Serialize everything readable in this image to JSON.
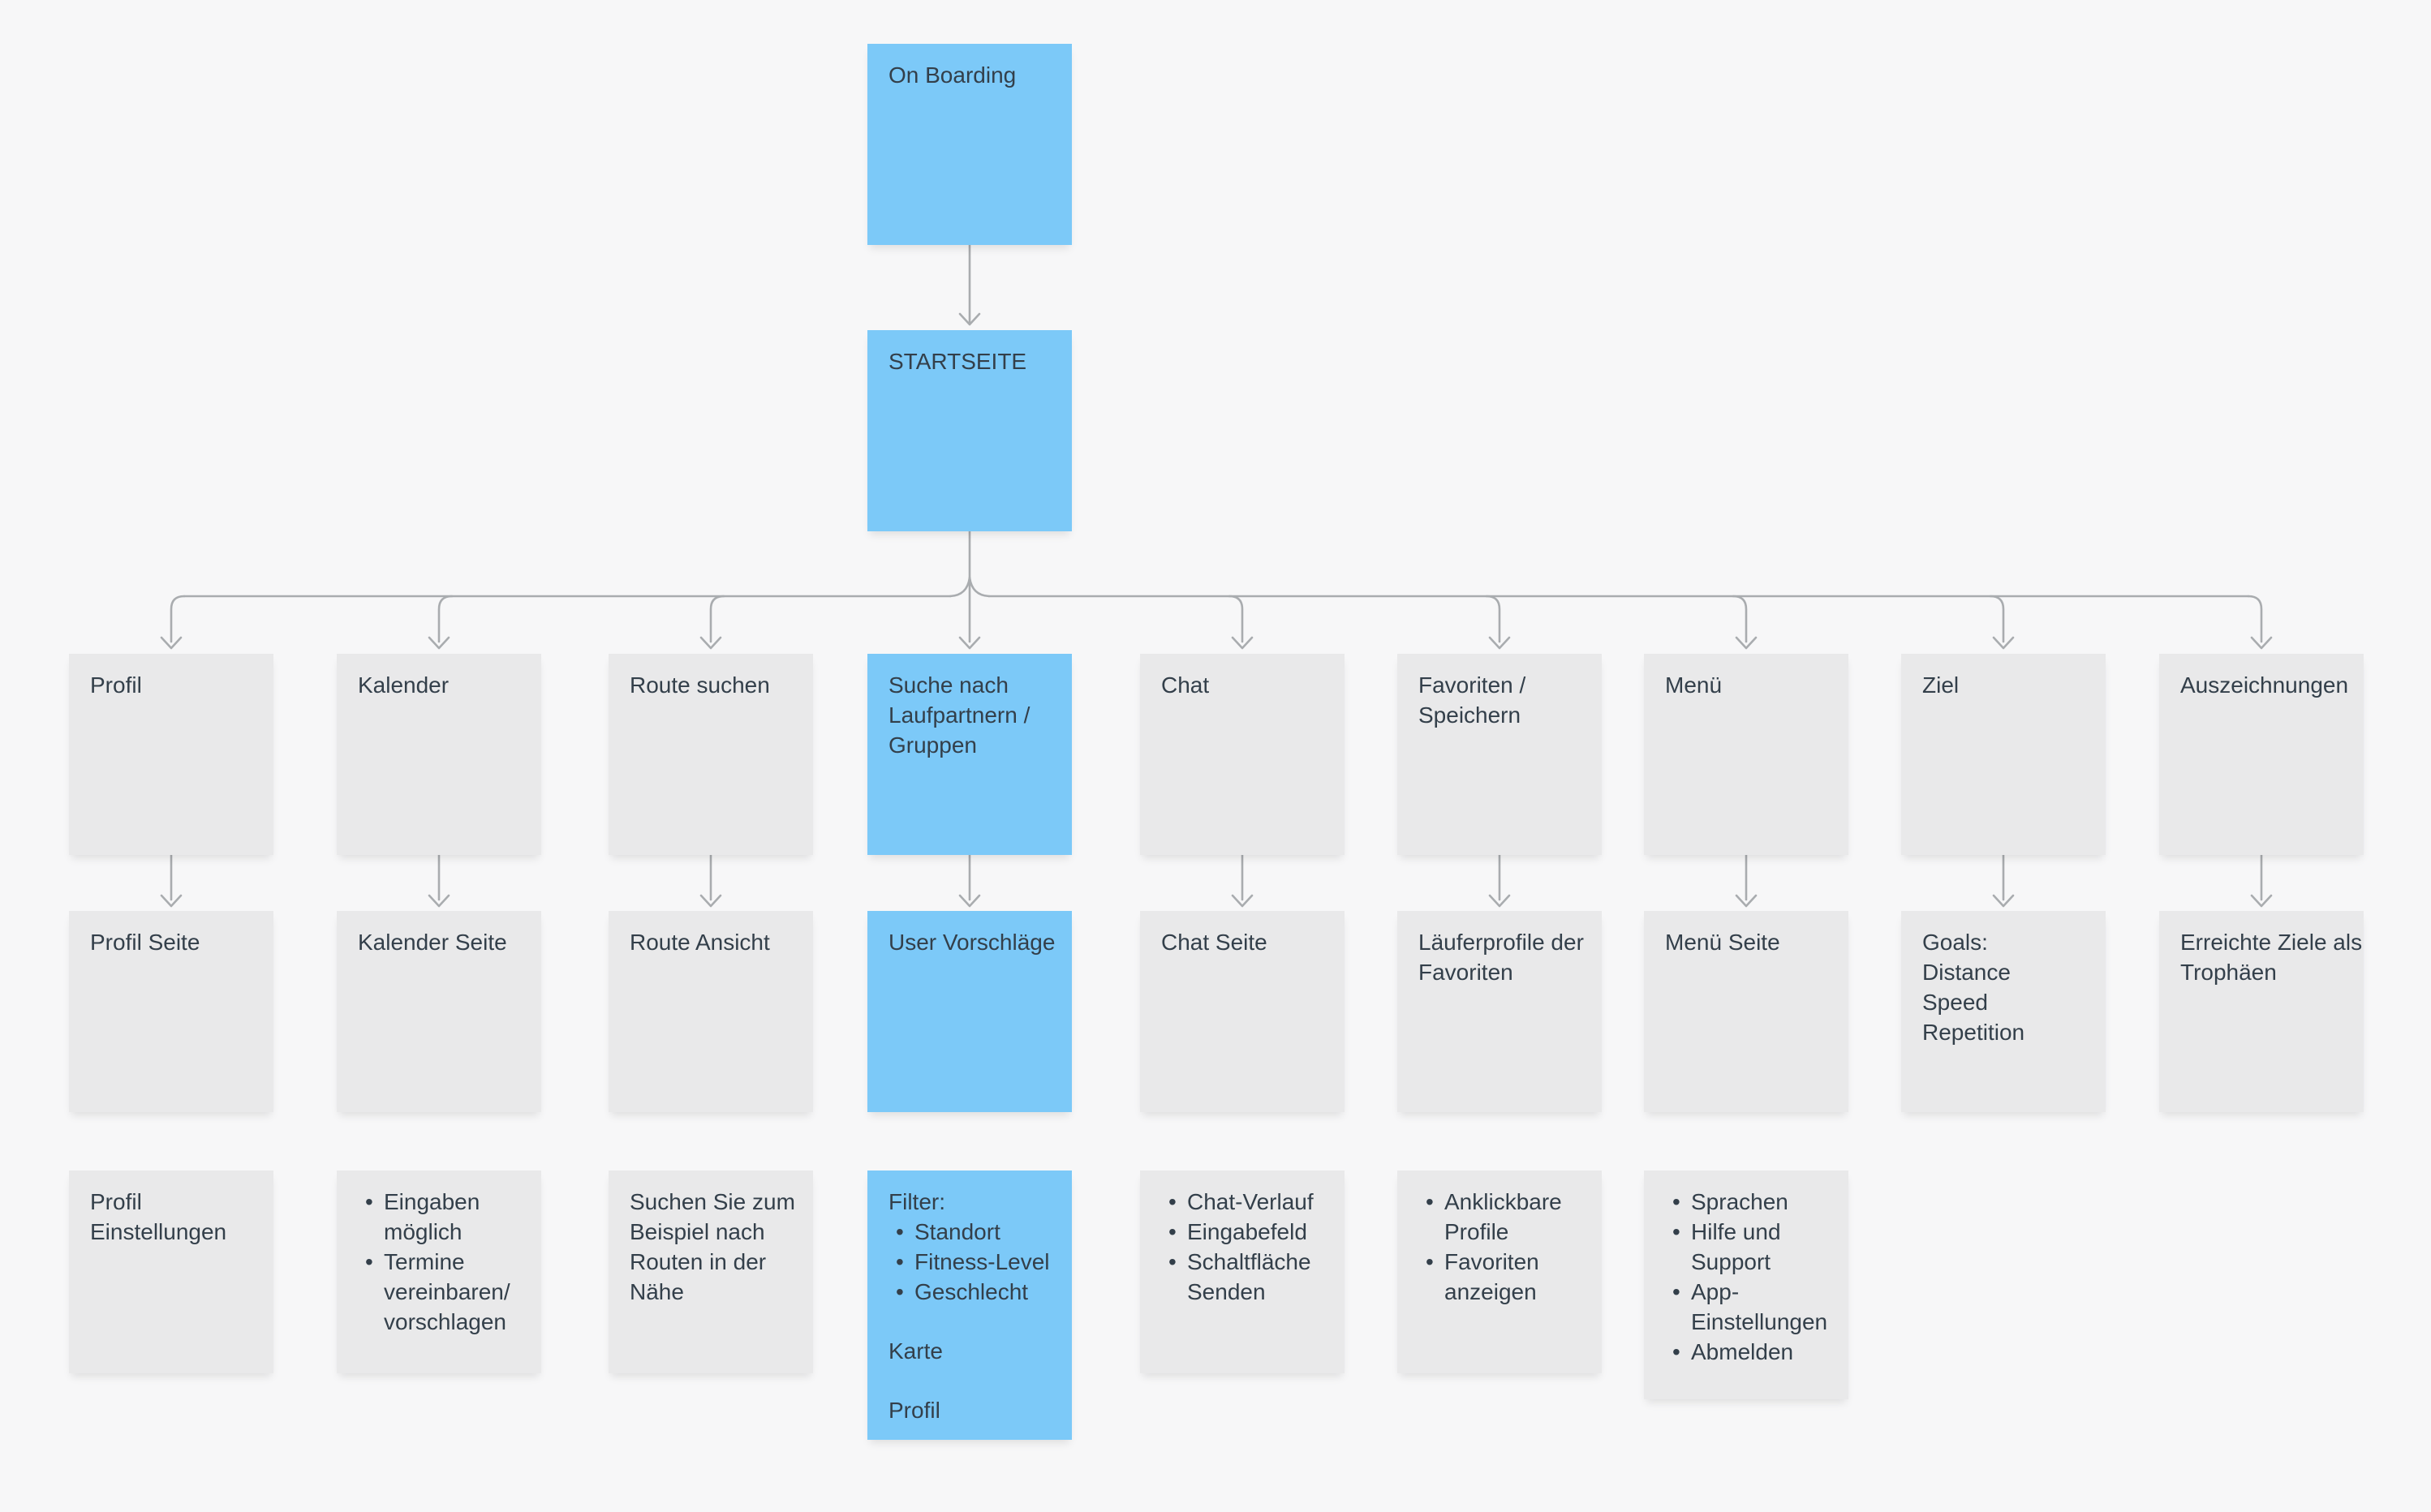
{
  "colors": {
    "background": "#F7F7F8",
    "node_fill": "#E9E9EA",
    "highlight_fill": "#7CC9F8",
    "text": "#333F4A",
    "connector": "#A9ACAF"
  },
  "diagram": {
    "root": {
      "highlight": true,
      "segments": [
        {
          "lines": [
            "On Boarding"
          ]
        }
      ]
    },
    "start": {
      "highlight": true,
      "segments": [
        {
          "lines": [
            "STARTSEITE"
          ]
        }
      ]
    },
    "columns": [
      {
        "id": "profil",
        "header": {
          "segments": [
            {
              "lines": [
                "Profil"
              ]
            }
          ]
        },
        "page": {
          "segments": [
            {
              "lines": [
                "Profil Seite"
              ]
            }
          ]
        },
        "detail": {
          "segments": [
            {
              "lines": [
                "Profil",
                "Einstellungen"
              ]
            }
          ]
        }
      },
      {
        "id": "kalender",
        "header": {
          "segments": [
            {
              "lines": [
                "Kalender"
              ]
            }
          ]
        },
        "page": {
          "segments": [
            {
              "lines": [
                "Kalender Seite"
              ]
            }
          ]
        },
        "detail": {
          "segments": [
            {
              "bullets": [
                [
                  "Eingaben",
                  "möglich"
                ],
                [
                  "Termine",
                  "vereinbaren/",
                  "vorschlagen"
                ]
              ]
            }
          ]
        }
      },
      {
        "id": "route-suchen",
        "header": {
          "segments": [
            {
              "lines": [
                "Route suchen"
              ]
            }
          ]
        },
        "page": {
          "segments": [
            {
              "lines": [
                "Route Ansicht"
              ]
            }
          ]
        },
        "detail": {
          "segments": [
            {
              "lines": [
                "Suchen Sie zum",
                "Beispiel nach",
                "Routen in der",
                "Nähe"
              ]
            }
          ]
        }
      },
      {
        "id": "laufpartner-suche",
        "header": {
          "highlight": true,
          "segments": [
            {
              "lines": [
                "Suche nach",
                "Laufpartnern /",
                "Gruppen"
              ]
            }
          ]
        },
        "page": {
          "highlight": true,
          "segments": [
            {
              "lines": [
                "User Vorschläge"
              ]
            }
          ]
        },
        "detail": {
          "highlight": true,
          "segments": [
            {
              "lines": [
                "Filter:"
              ]
            },
            {
              "bullets": [
                [
                  "Standort"
                ],
                [
                  "Fitness-Level"
                ],
                [
                  "Geschlecht"
                ]
              ]
            },
            {
              "lines": [
                "Karte"
              ],
              "gap": true
            },
            {
              "lines": [
                "Profil"
              ],
              "gap": true
            }
          ]
        }
      },
      {
        "id": "chat",
        "header": {
          "segments": [
            {
              "lines": [
                "Chat"
              ]
            }
          ]
        },
        "page": {
          "segments": [
            {
              "lines": [
                "Chat Seite"
              ]
            }
          ]
        },
        "detail": {
          "segments": [
            {
              "bullets": [
                [
                  "Chat-Verlauf"
                ],
                [
                  "Eingabefeld"
                ],
                [
                  "Schaltfläche",
                  "Senden"
                ]
              ]
            }
          ]
        }
      },
      {
        "id": "favoriten",
        "header": {
          "segments": [
            {
              "lines": [
                "Favoriten /",
                "Speichern"
              ]
            }
          ]
        },
        "page": {
          "segments": [
            {
              "lines": [
                "Läuferprofile der",
                "Favoriten"
              ]
            }
          ]
        },
        "detail": {
          "segments": [
            {
              "bullets": [
                [
                  "Anklickbare",
                  "Profile"
                ],
                [
                  "Favoriten",
                  "anzeigen"
                ]
              ]
            }
          ]
        }
      },
      {
        "id": "menue",
        "header": {
          "segments": [
            {
              "lines": [
                "Menü"
              ]
            }
          ]
        },
        "page": {
          "segments": [
            {
              "lines": [
                "Menü Seite"
              ]
            }
          ]
        },
        "detail": {
          "segments": [
            {
              "bullets": [
                [
                  "Sprachen"
                ],
                [
                  "Hilfe und",
                  "Support"
                ],
                [
                  "App-",
                  "Einstellungen"
                ],
                [
                  "Abmelden"
                ]
              ]
            }
          ]
        }
      },
      {
        "id": "ziel",
        "header": {
          "segments": [
            {
              "lines": [
                "Ziel"
              ]
            }
          ]
        },
        "page": {
          "segments": [
            {
              "lines": [
                "Goals:",
                "Distance",
                "Speed",
                "Repetition"
              ]
            }
          ]
        },
        "detail": null
      },
      {
        "id": "auszeichnungen",
        "header": {
          "segments": [
            {
              "lines": [
                "Auszeichnungen"
              ]
            }
          ]
        },
        "page": {
          "segments": [
            {
              "lines": [
                "Erreichte Ziele als",
                "Trophäen"
              ]
            }
          ]
        },
        "detail": null
      }
    ]
  }
}
